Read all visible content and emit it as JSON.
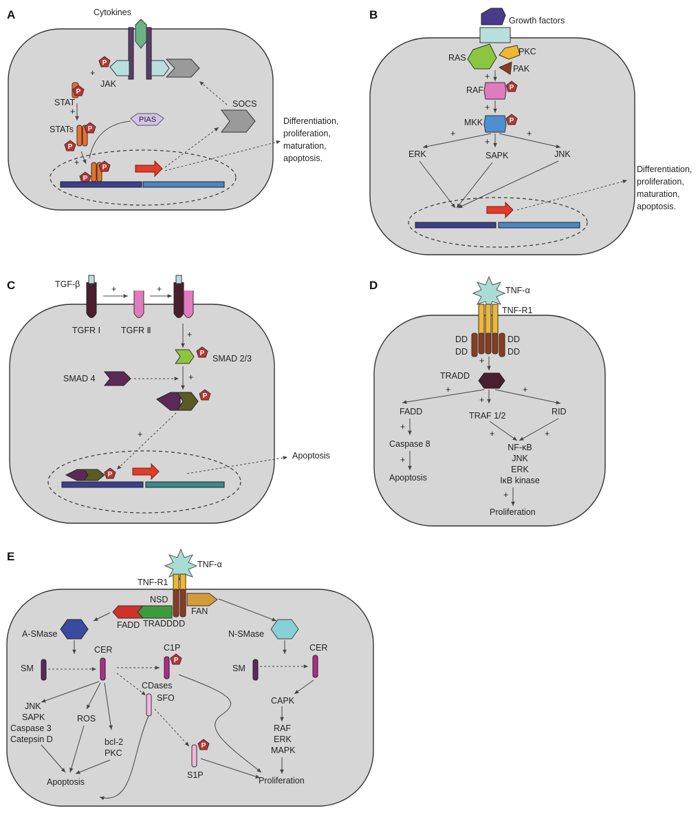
{
  "panels": {
    "A": {
      "label": "A",
      "cytokines": "Cytokines",
      "jak": "JAK",
      "stat": "STAT",
      "stats": "STATs",
      "pias": "PIAS",
      "socs": "SOCS",
      "outcome": [
        "Differentiation,",
        "proliferation,",
        "maturation,",
        "apoptosis."
      ]
    },
    "B": {
      "label": "B",
      "growth_factors": "Growth factors",
      "ras": "RAS",
      "pkc": "PKC",
      "pak": "PAK",
      "raf": "RAF",
      "mkk": "MKK",
      "erk": "ERK",
      "sapk": "SAPK",
      "jnk": "JNK",
      "outcome": [
        "Differentiation,",
        "proliferation,",
        "maturation,",
        "apoptosis."
      ]
    },
    "C": {
      "label": "C",
      "tgf": "TGF-β",
      "tgfr1": "TGFR Ⅰ",
      "tgfr2": "TGFR Ⅱ",
      "smad23": "SMAD 2/3",
      "smad4": "SMAD 4",
      "apoptosis": "Apoptosis"
    },
    "D": {
      "label": "D",
      "tnfa": "TNF-α",
      "tnfr1": "TNF-R1",
      "dd": "DD",
      "tradd": "TRADD",
      "fadd": "FADD",
      "traf": "TRAF 1/2",
      "rid": "RID",
      "caspase8": "Caspase 8",
      "apoptosis": "Apoptosis",
      "targets": [
        "NF-κB",
        "JNK",
        "ERK",
        "IκB kinase"
      ],
      "proliferation": "Proliferation"
    },
    "E": {
      "label": "E",
      "tnfa": "TNF-α",
      "tnfr1": "TNF-R1",
      "nsd": "NSD",
      "fan": "FAN",
      "fadd": "FADD",
      "tradd_dd": "TRADDDD",
      "asmase": "A-SMase",
      "nsmase": "N-SMase",
      "sm": "SM",
      "cer": "CER",
      "c1p": "C1P",
      "cdases": "CDases",
      "sfo": "SFO",
      "s1p": "S1P",
      "capk": "CAPK",
      "left_targets": [
        "JNK",
        "SAPK",
        "Caspase 3",
        "Catepsin D"
      ],
      "ros": "ROS",
      "bcl_pkc": [
        "bcl-2",
        "PKC"
      ],
      "right_targets": [
        "RAF",
        "ERK",
        "MAPK"
      ],
      "apoptosis": "Apoptosis",
      "proliferation": "Proliferation"
    }
  },
  "common": {
    "plus": "+",
    "p": "P"
  },
  "colors": {
    "cell_fill": "#d6d6d6",
    "phospho": "#c0322e",
    "stat_orange": "#e8702a",
    "dna_dark": "#3b3f8f",
    "dna_light": "#4a86c6",
    "dna_teal": "#3a8a8a",
    "ras_green": "#8cc63f",
    "raf_pink": "#e07bc0",
    "mkk_blue": "#4f8fd0",
    "tnf_yellow": "#f2b730",
    "dd_brown": "#8b3b1f",
    "tradd_dark": "#4a1e2e",
    "smad_purple": "#5b2a57",
    "smad_olive": "#5a5a25",
    "smad_green": "#8cc63f"
  }
}
